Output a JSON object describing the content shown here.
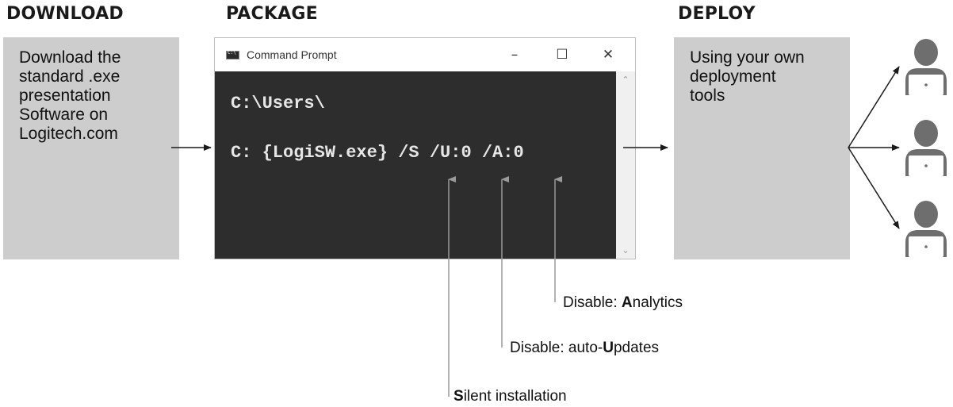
{
  "headings": {
    "download": "DOWNLOAD",
    "package": "PACKAGE",
    "deploy": "DEPLOY"
  },
  "download_box": {
    "text": "Download the\nstandard .exe\npresentation\nSoftware on\nLogitech.com"
  },
  "deploy_box": {
    "text": "Using your own\ndeployment\ntools"
  },
  "window": {
    "title": "Command Prompt",
    "minimize": "–",
    "maximize": "☐",
    "close": "✕",
    "line1": "C:\\Users\\",
    "line2": "C: {LogiSW.exe} /S /U:0 /A:0"
  },
  "annotations": {
    "analytics": {
      "prefix": "Disable: ",
      "bold": "A",
      "rest": "nalytics"
    },
    "updates": {
      "prefix": "Disable: auto-",
      "bold": "U",
      "rest": "pdates"
    },
    "silent": {
      "prefix": "",
      "bold": "S",
      "rest": "ilent installation"
    }
  },
  "colors": {
    "box_fill": "#cdcdcd",
    "console_bg": "#2d2d2d",
    "console_text": "#e6e6e6",
    "user_icon": "#6e6e6e",
    "arrow": "#1a1a1a"
  },
  "icons": [
    "cmd-window-icon",
    "user-laptop-icon"
  ]
}
